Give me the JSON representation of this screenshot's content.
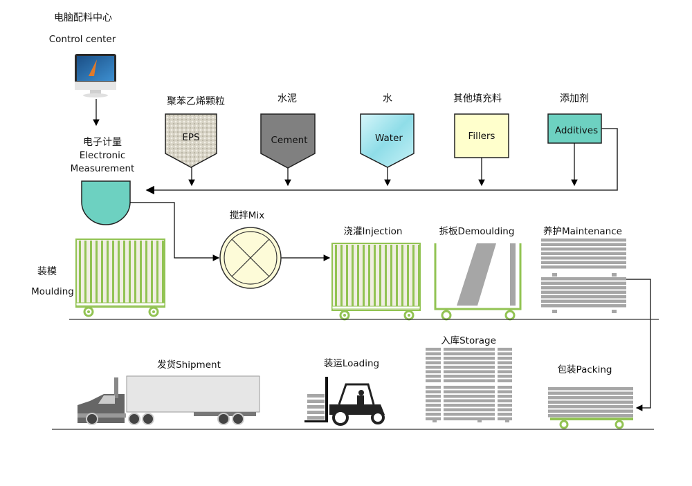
{
  "control_center": {
    "label_cn": "电脑配料中心",
    "label_en": "Control center",
    "icon": "computer-monitor-icon"
  },
  "measurement": {
    "label_cn": "电子计量",
    "label_en_1": "Electronic",
    "label_en_2": "Measurement",
    "color": "#6dd1c1"
  },
  "materials": [
    {
      "label_cn": "聚苯乙烯颗粒",
      "name": "EPS",
      "color": "#d9d5c8"
    },
    {
      "label_cn": "水泥",
      "name": "Cement",
      "color": "#808080"
    },
    {
      "label_cn": "水",
      "name": "Water",
      "color": "#a9e6ee"
    },
    {
      "label_cn": "其他填充料",
      "name": "Fillers",
      "color": "#ffffcc"
    },
    {
      "label_cn": "添加剂",
      "name": "Additives",
      "color": "#6dd1c1"
    }
  ],
  "steps": {
    "moulding_cn": "装模",
    "moulding_en": "Moulding",
    "mix": "搅拌Mix",
    "injection": "浇灌Injection",
    "demoulding": "拆板Demoulding",
    "maintenance": "养护Maintenance",
    "storage": "入库Storage",
    "packing": "包装Packing",
    "loading": "装运Loading",
    "shipment": "发货Shipment"
  },
  "colors": {
    "cart_green": "#92c353",
    "panel_gray": "#a6a6a6",
    "mix_fill": "#fdfbd8"
  }
}
